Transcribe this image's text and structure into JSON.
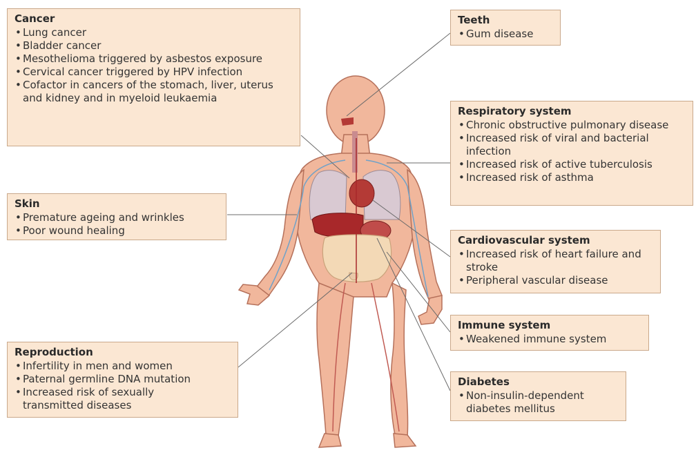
{
  "boxes": {
    "cancer": {
      "title": "Cancer",
      "items": [
        "Lung cancer",
        "Bladder cancer",
        "Mesothelioma triggered by asbestos exposure",
        "Cervical cancer triggered by HPV infection",
        "Cofactor in cancers of the stomach, liver, uterus and kidney and in myeloid leukaemia"
      ]
    },
    "skin": {
      "title": "Skin",
      "items": [
        "Premature ageing and wrinkles",
        "Poor wound healing"
      ]
    },
    "reproduction": {
      "title": "Reproduction",
      "items": [
        "Infertility in men and women",
        "Paternal germline DNA mutation",
        "Increased risk of sexually transmitted diseases"
      ]
    },
    "teeth": {
      "title": "Teeth",
      "items": [
        "Gum disease"
      ]
    },
    "respiratory": {
      "title": "Respiratory system",
      "items": [
        "Chronic obstructive pulmonary disease",
        "Increased risk of viral and bacterial infection",
        "Increased risk of active tuberculosis",
        "Increased risk of asthma"
      ]
    },
    "cardiovascular": {
      "title": "Cardiovascular system",
      "items": [
        "Increased risk of heart failure and stroke",
        "Peripheral vascular disease"
      ]
    },
    "immune": {
      "title": "Immune system",
      "items": [
        "Weakened immune system"
      ]
    },
    "diabetes": {
      "title": "Diabetes",
      "items": [
        "Non-insulin-dependent diabetes mellitus"
      ]
    }
  },
  "colors": {
    "box_fill": "#fbe7d3",
    "box_border": "#c9a88a",
    "body_fill": "#f1b79c",
    "body_outline": "#b5705a",
    "organ_red": "#a8282a",
    "lung_fill": "#d9c9d2",
    "intestine_fill": "#f3d9b6",
    "nerve_blue": "#6fa2c9",
    "leader_line": "#6b6b6b"
  }
}
